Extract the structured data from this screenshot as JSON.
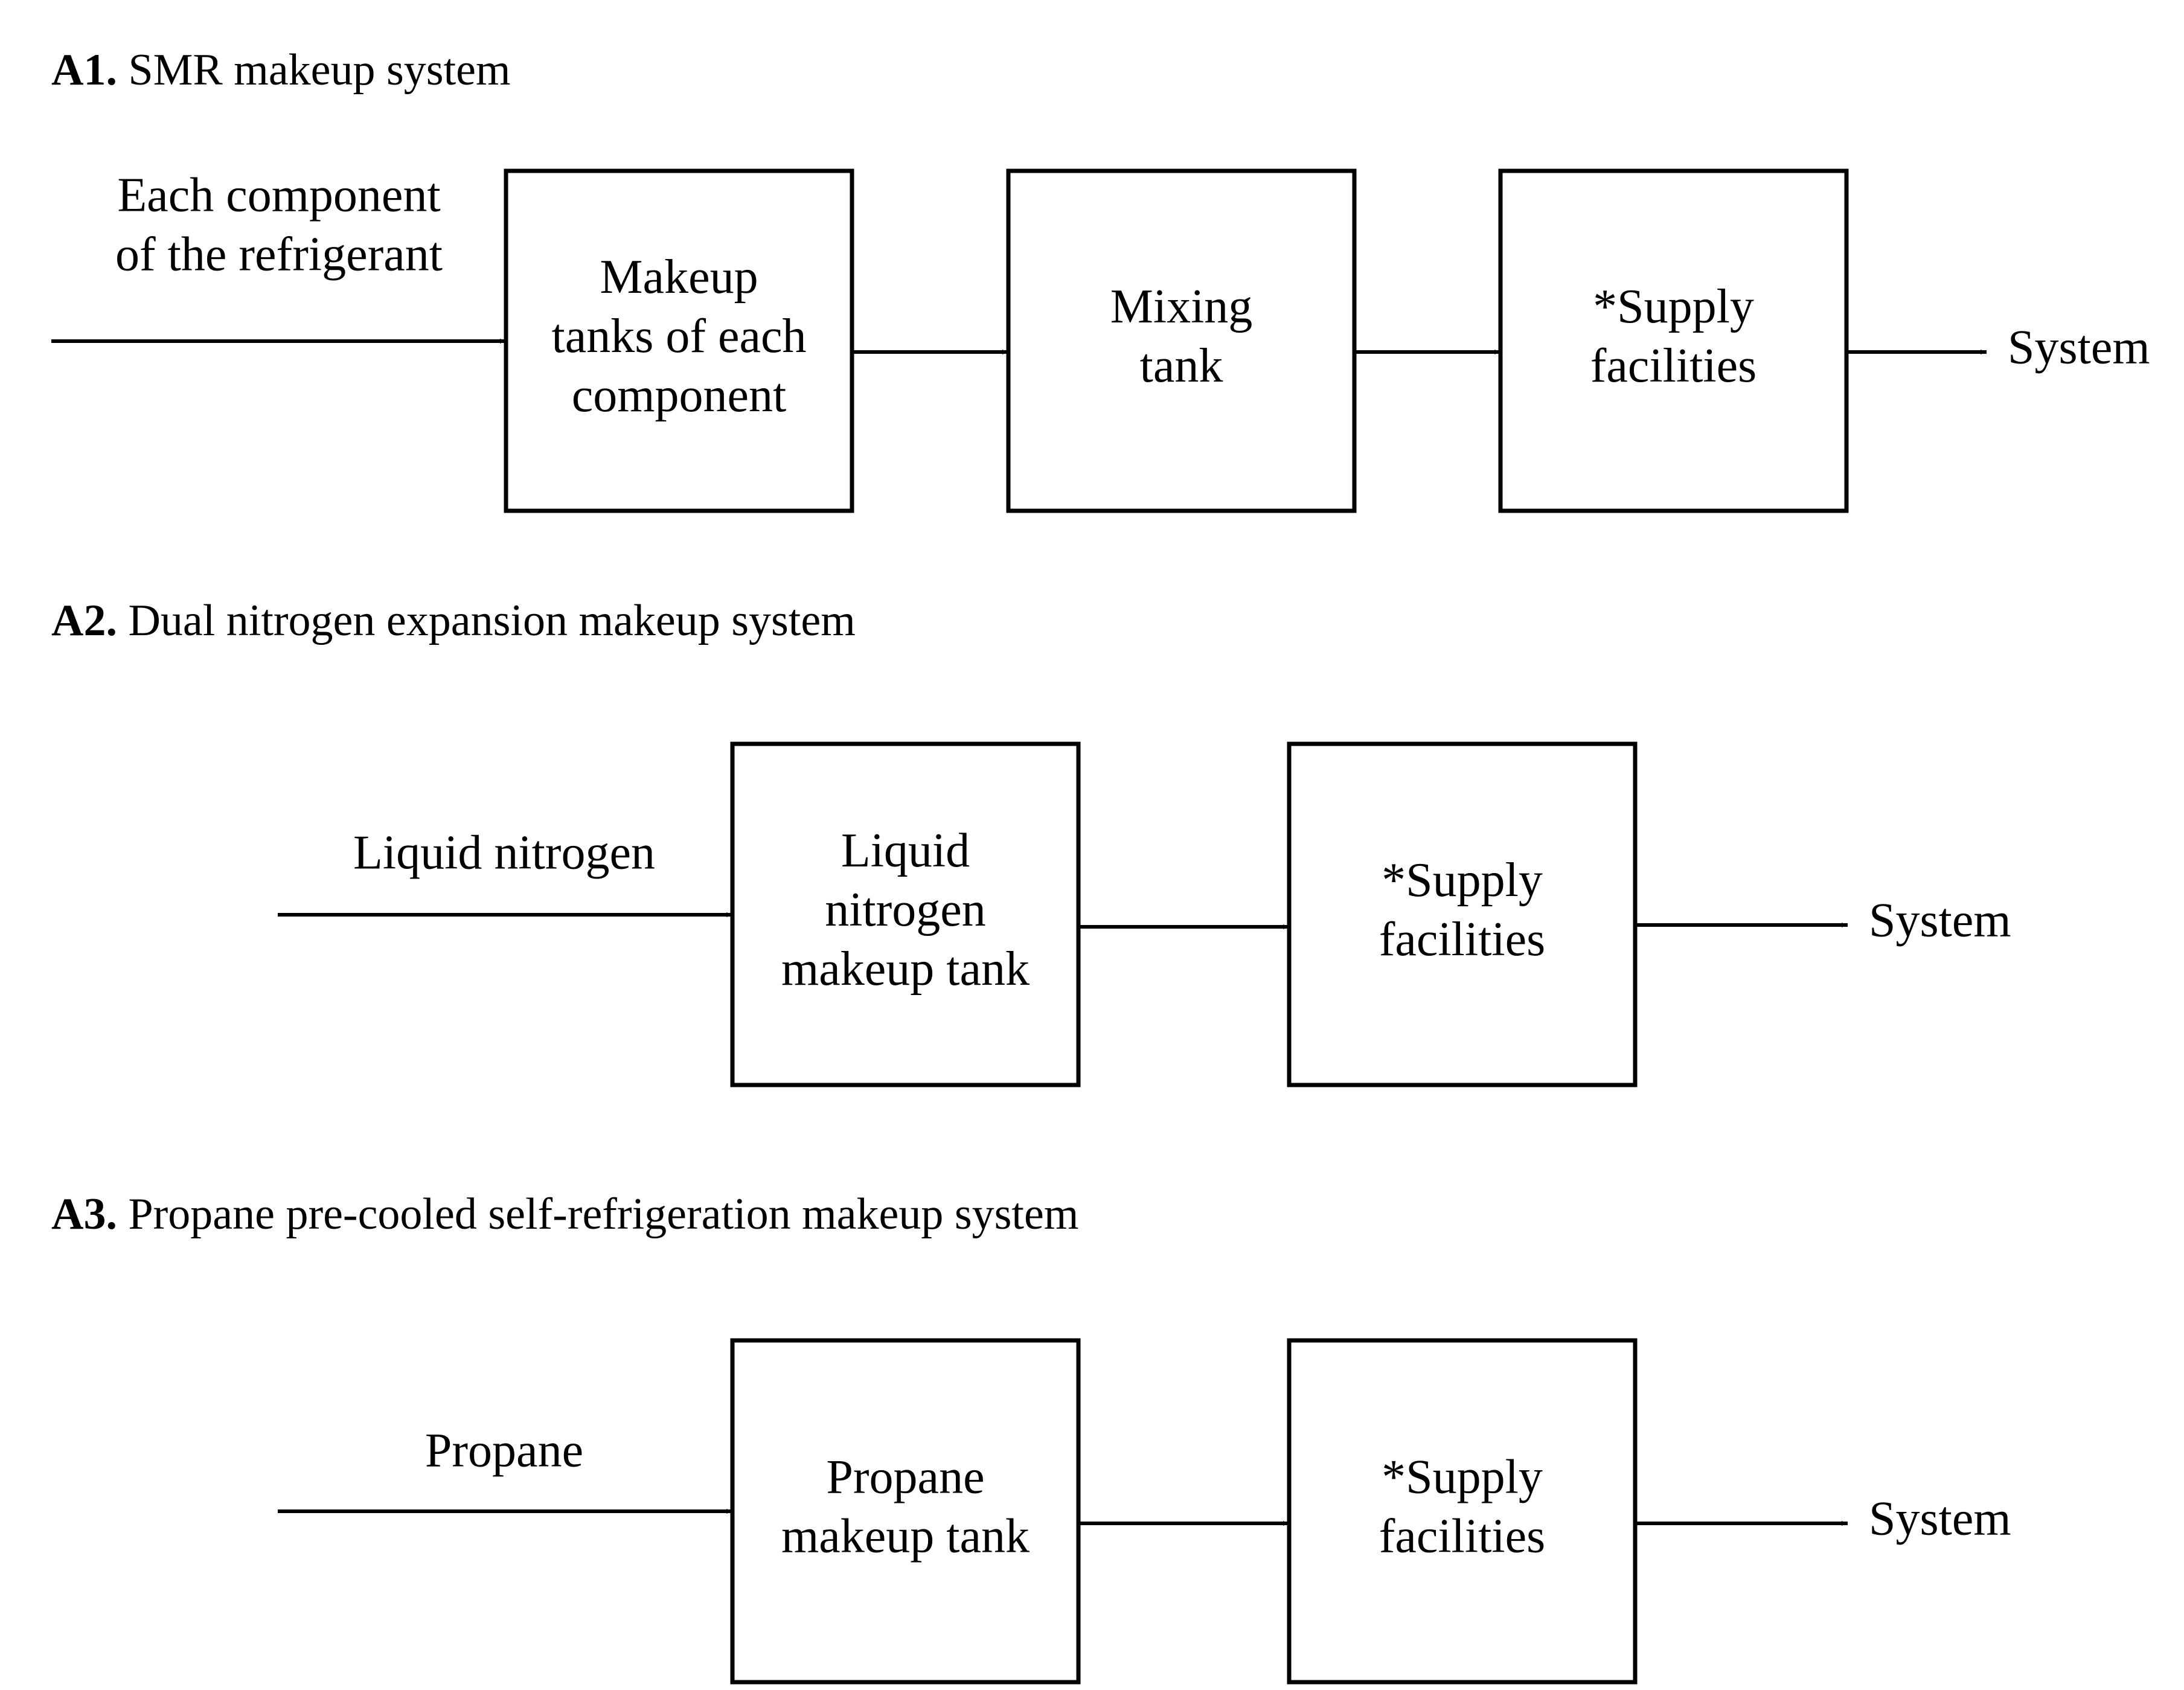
{
  "sections": [
    {
      "id": "A1",
      "tag": "A1.",
      "title": "SMR makeup system",
      "input_label": [
        "Each component",
        "of the refrigerant"
      ],
      "boxes": [
        {
          "lines": [
            "Makeup",
            "tanks of each",
            "component"
          ]
        },
        {
          "lines": [
            "Mixing",
            "tank"
          ]
        },
        {
          "lines": [
            "*Supply",
            "facilities"
          ]
        }
      ],
      "output_label": "System"
    },
    {
      "id": "A2",
      "tag": "A2.",
      "title": "Dual nitrogen expansion makeup system",
      "input_label": [
        "Liquid nitrogen"
      ],
      "boxes": [
        {
          "lines": [
            "Liquid",
            "nitrogen",
            "makeup tank"
          ]
        },
        {
          "lines": [
            "*Supply",
            "facilities"
          ]
        }
      ],
      "output_label": "System"
    },
    {
      "id": "A3",
      "tag": "A3.",
      "title": "Propane pre-cooled self-refrigeration makeup system",
      "input_label": [
        "Propane"
      ],
      "boxes": [
        {
          "lines": [
            "Propane",
            "makeup tank"
          ]
        },
        {
          "lines": [
            "*Supply",
            "facilities"
          ]
        }
      ],
      "output_label": "System"
    }
  ]
}
